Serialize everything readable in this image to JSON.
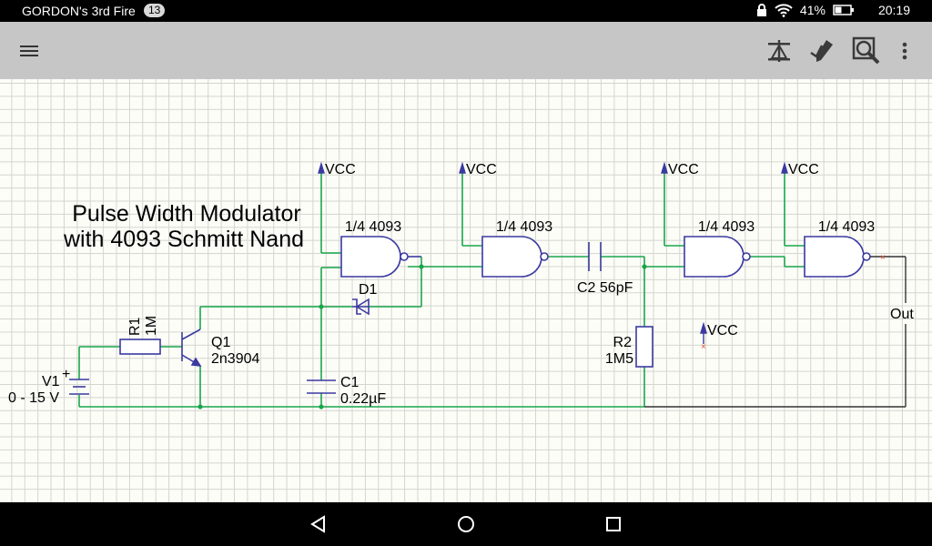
{
  "status": {
    "device_name": "GORDON's 3rd Fire",
    "notification_count": "13",
    "battery": "41%",
    "time": "20:19"
  },
  "toolbar": {
    "icons": [
      "menu-icon",
      "component-icon",
      "edit-icon",
      "zoom-icon",
      "more-icon"
    ]
  },
  "schematic": {
    "title_line1": "Pulse Width Modulator",
    "title_line2": "with 4093 Schmitt Nand",
    "vcc_labels": [
      "VCC",
      "VCC",
      "VCC",
      "VCC",
      "VCC"
    ],
    "gate_labels": [
      "1/4 4093",
      "1/4 4093",
      "1/4 4093",
      "1/4 4093"
    ],
    "d1": "D1",
    "r1_name": "R1",
    "r1_value": "1M",
    "q1_name": "Q1",
    "q1_value": "2n3904",
    "v1_name": "V1",
    "v1_value": "0 - 15 V",
    "c1_name": "C1",
    "c1_value": "0.22µF",
    "c2_label": "C2  56pF",
    "r2_name": "R2",
    "r2_value": "1M5",
    "out": "Out",
    "plus": "+"
  },
  "colors": {
    "wire_green": "#1aa64a",
    "wire_dark": "#333333",
    "component_blue": "#3a3aa0",
    "grid": "#d5d5d0"
  }
}
